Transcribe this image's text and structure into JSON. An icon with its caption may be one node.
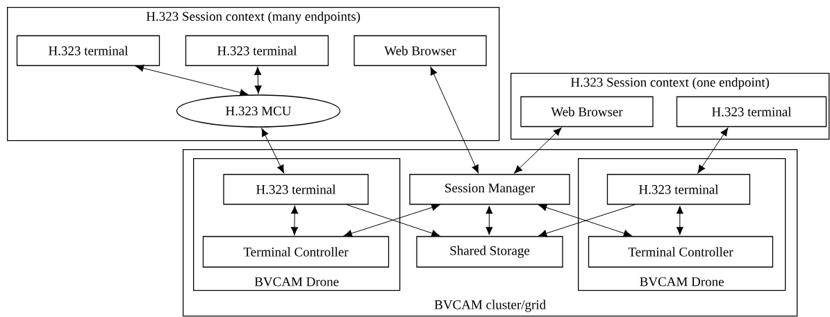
{
  "diagram": {
    "nodes": [
      {
        "text": [
          "H.323 Session context (many endpoints)"
        ]
      },
      {
        "text": [
          "H.323 terminal"
        ],
        "in": 0
      },
      {
        "text": [
          "H.323 terminal"
        ],
        "in": 0
      },
      {
        "text": [
          "Web Browser"
        ],
        "in": 0
      },
      {
        "text": [
          "H.323 MCU"
        ],
        "in": 0
      },
      {
        "text": [
          "H.323 Session context (one endpoint)"
        ]
      },
      {
        "text": [
          "Web Browser"
        ],
        "in": 5
      },
      {
        "text": [
          "H.323 terminal"
        ],
        "in": 5
      },
      {
        "text": [
          "BVCAM cluster/grid"
        ]
      },
      {
        "text": [
          "BVCAM Drone"
        ],
        "in": 8
      },
      {
        "text": [
          "H.323 terminal"
        ],
        "in": 9
      },
      {
        "text": [
          "Terminal Controller"
        ],
        "in": 9
      },
      {
        "text": [
          "Session Manager"
        ],
        "in": 8
      },
      {
        "text": [
          "Shared Storage"
        ],
        "in": 8
      },
      {
        "text": [
          "BVCAM Drone"
        ],
        "in": 8
      },
      {
        "text": [
          "H.323 terminal"
        ],
        "in": 14
      },
      {
        "text": [
          "Terminal Controller"
        ],
        "in": 14
      }
    ],
    "edges": [
      {
        "from": 1,
        "to": 4,
        "arrow": "both"
      },
      {
        "from": 2,
        "to": 4,
        "arrow": "both"
      },
      {
        "from": 3,
        "to": 12,
        "arrow": "both"
      },
      {
        "from": 4,
        "to": 10,
        "arrow": "both"
      },
      {
        "from": 6,
        "to": 12,
        "arrow": "both"
      },
      {
        "from": 7,
        "to": 15,
        "arrow": "both"
      },
      {
        "from": 10,
        "to": 11,
        "arrow": "both"
      },
      {
        "from": 10,
        "to": 13,
        "arrow": "to"
      },
      {
        "from": 12,
        "to": 11,
        "arrow": "both"
      },
      {
        "from": 12,
        "to": 13,
        "arrow": "both"
      },
      {
        "from": 15,
        "to": 13,
        "arrow": "to"
      },
      {
        "from": 12,
        "to": 16,
        "arrow": "both"
      },
      {
        "from": 15,
        "to": 16,
        "arrow": "both"
      }
    ]
  }
}
